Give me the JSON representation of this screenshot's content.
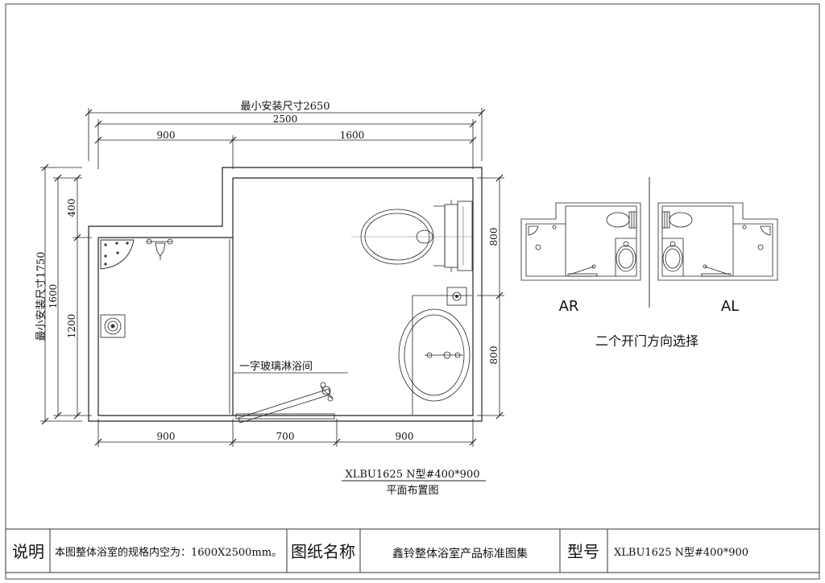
{
  "plan": {
    "title_code": "XLBU1625 N型#400*900",
    "title_name": "平面布置图",
    "top_dims": {
      "min_install": "最小安装尺寸2650",
      "total": "2500",
      "left_seg": "900",
      "right_seg": "1600"
    },
    "left_dims": {
      "min_install": "最小安装尺寸1750",
      "total": "1600",
      "top_seg": "400",
      "bottom_seg": "1200"
    },
    "right_dims": {
      "upper": "800",
      "lower": "800"
    },
    "bottom_dims": {
      "left": "900",
      "middle": "700",
      "right": "900"
    },
    "shower_label": "一字玻璃淋浴间"
  },
  "options": {
    "ar_label": "AR",
    "al_label": "AL",
    "caption": "二个开门方向选择"
  },
  "title_block": {
    "note_label": "说明",
    "note_text": "本图整体浴室的规格内空为：1600X2500mm。",
    "drawing_name_label": "图纸名称",
    "drawing_name": "鑫铃整体浴室产品标准图集",
    "model_label": "型号",
    "model_value": "XLBU1625 N型#400*900"
  }
}
